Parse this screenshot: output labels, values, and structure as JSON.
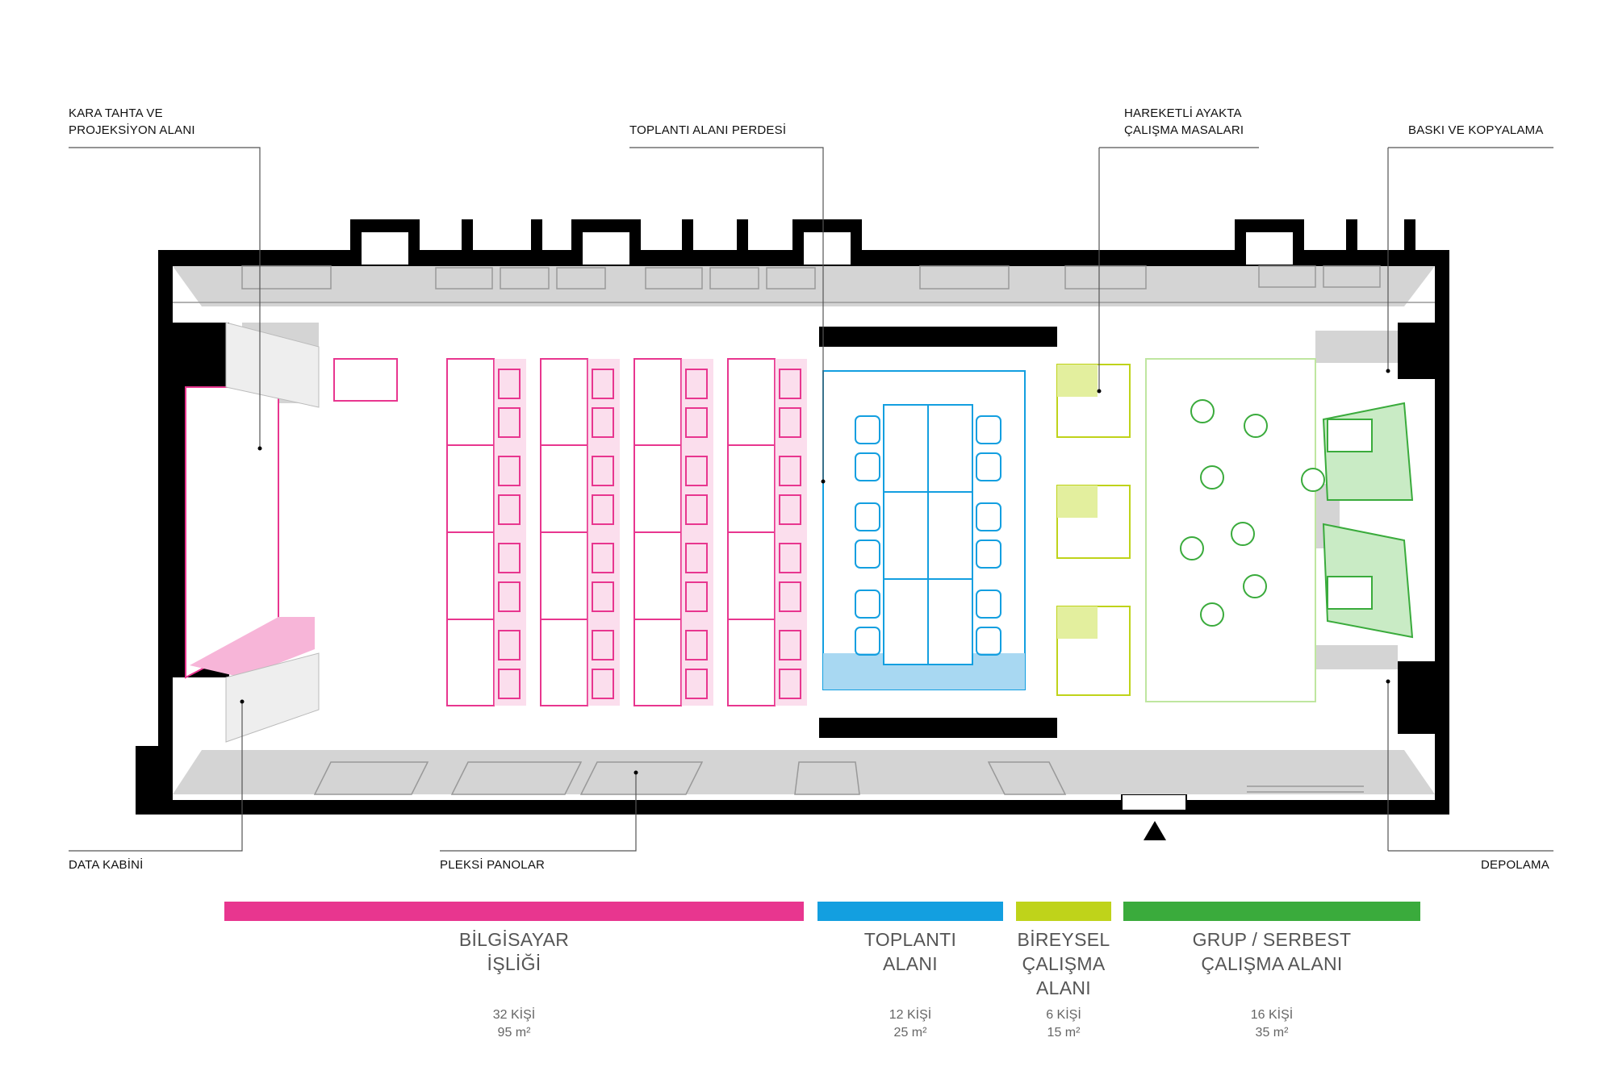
{
  "callouts": {
    "blackboard": "KARA TAHTA VE\nPROJEKSİYON ALANI",
    "curtain": "TOPLANTI ALANI PERDESİ",
    "standing_desks": "HAREKETLİ AYAKTA\nÇALIŞMA MASALARI",
    "print": "BASKI VE KOPYALAMA",
    "data_cabinet": "DATA KABİNİ",
    "plexi": "PLEKSİ PANOLAR",
    "storage": "DEPOLAMA"
  },
  "zones": [
    {
      "title": "BİLGİSAYAR\nİŞLİĞİ",
      "people": "32 KİŞİ",
      "area": "95 m²",
      "color": "#e8368f"
    },
    {
      "title": "TOPLANTI\nALANI",
      "people": "12 KİŞİ",
      "area": "25 m²",
      "color": "#139fe0"
    },
    {
      "title": "BİREYSEL\nÇALIŞMA\nALANI",
      "people": "6 KİŞİ",
      "area": "15 m²",
      "color": "#bfd31a"
    },
    {
      "title": "GRUP / SERBEST\nÇALIŞMA ALANI",
      "people": "16 KİŞİ",
      "area": "35 m²",
      "color": "#3aab3c"
    }
  ],
  "colors": {
    "wall": "#000000",
    "floor_shadow": "#d4d4d4",
    "computer": "#e8368f",
    "meeting": "#139fe0",
    "individual": "#bfd31a",
    "group": "#3aab3c",
    "leader": "#555555"
  }
}
